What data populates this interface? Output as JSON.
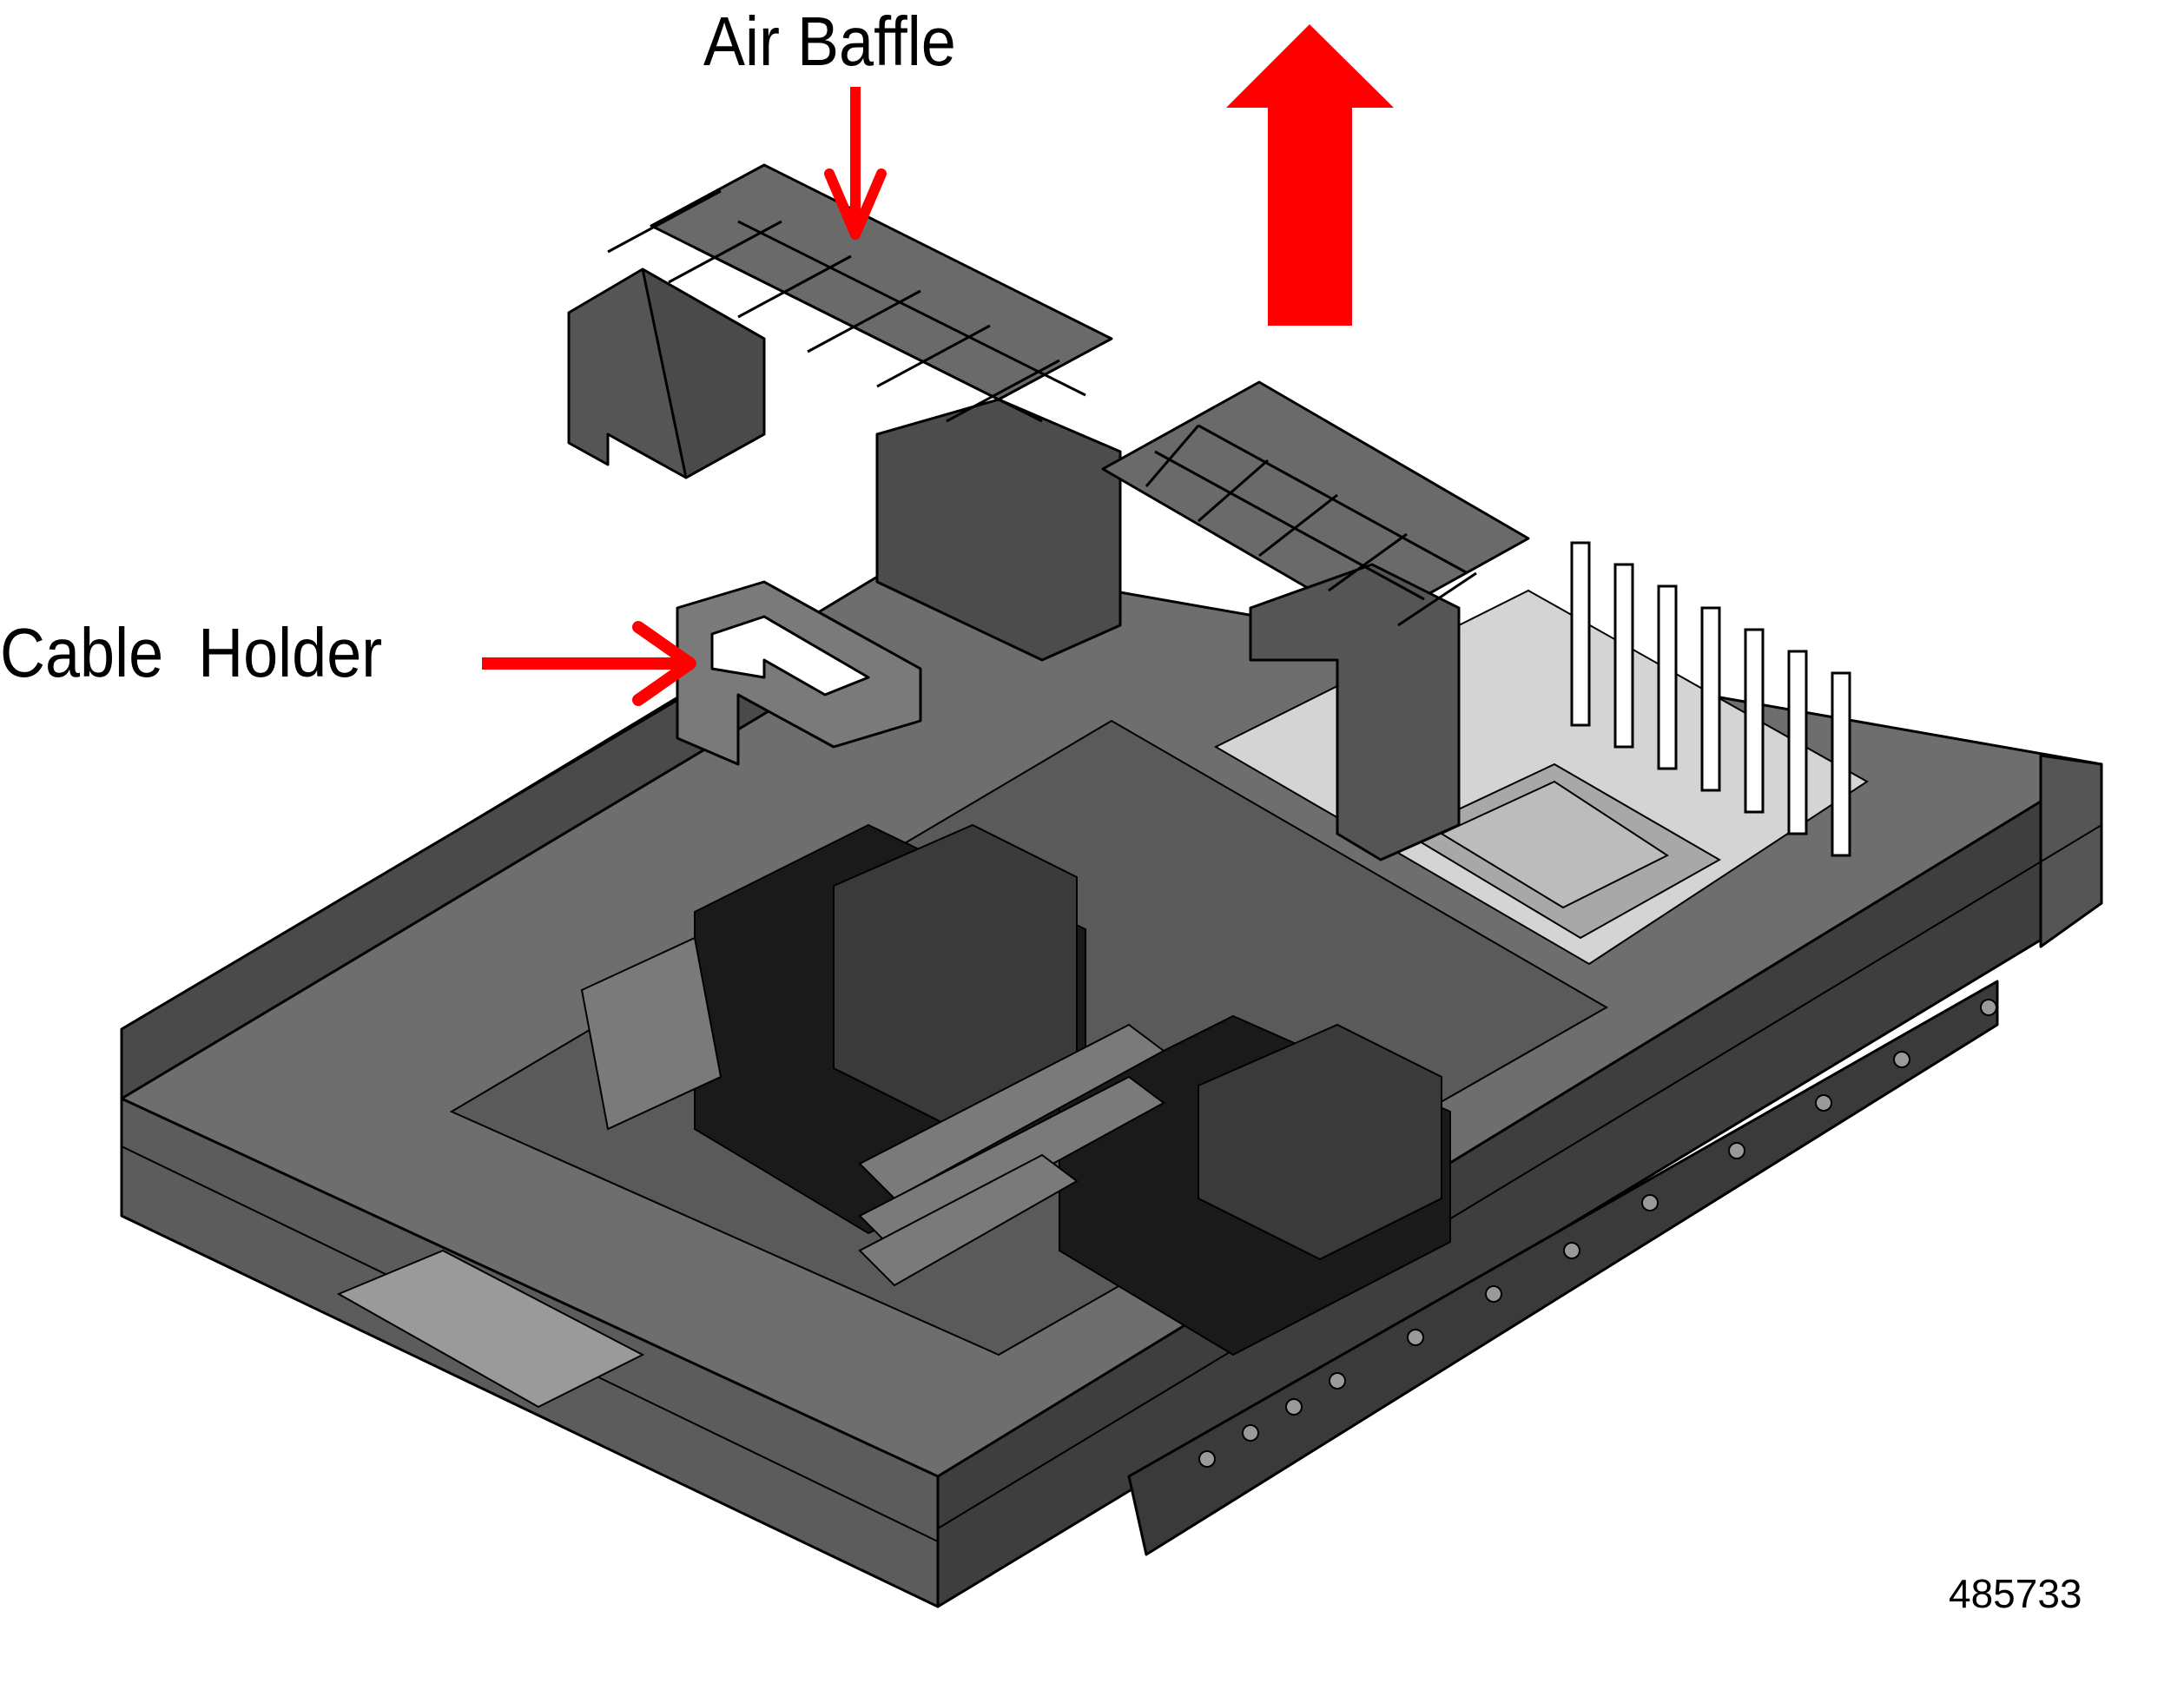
{
  "figure": {
    "title": "Air baffle removal from server chassis",
    "callouts": [
      {
        "id": "air-baffle",
        "label": "Air Baffle"
      },
      {
        "id": "cable-holder",
        "label": "Cable  Holder"
      }
    ],
    "direction_indicator": "lift-up",
    "figure_number": "485733"
  },
  "colors": {
    "callout_red": "#ff0000",
    "chassis_dark": "#3c3c3c",
    "chassis_mid": "#5a5a5a",
    "chassis_light": "#8c8c8c",
    "panel_pale": "#d2d2d2",
    "outline": "#000000"
  }
}
